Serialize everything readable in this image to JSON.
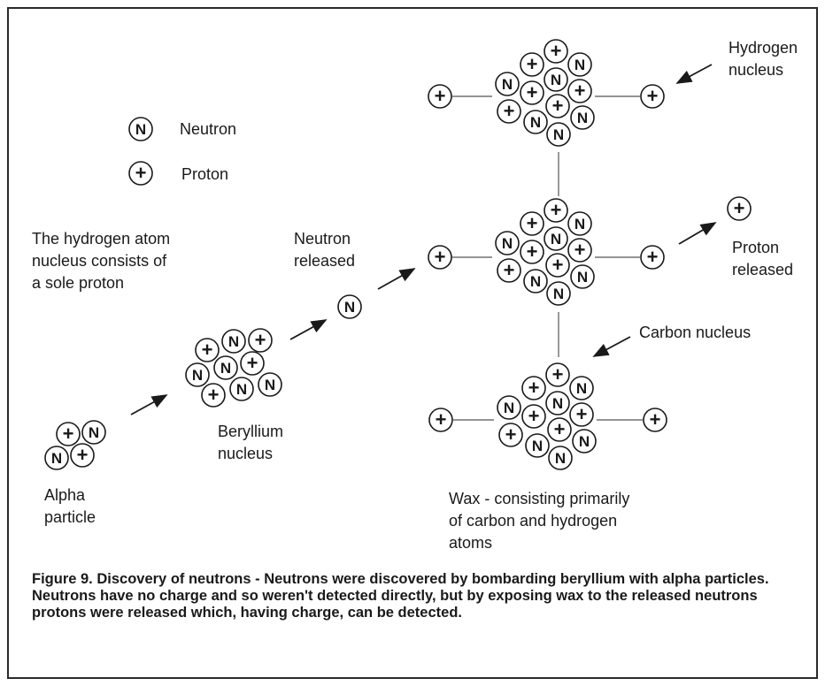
{
  "legend": {
    "neutron_symbol": "N",
    "neutron_label": "Neutron",
    "proton_symbol": "+",
    "proton_label": "Proton"
  },
  "labels": {
    "hydrogen_atom_note": "The hydrogen atom\nnucleus consists of\na sole proton",
    "alpha_particle": "Alpha\nparticle",
    "beryllium_nucleus": "Beryllium\nnucleus",
    "neutron_released": "Neutron\nreleased",
    "hydrogen_nucleus": "Hydrogen\nnucleus",
    "proton_released": "Proton\nreleased",
    "carbon_nucleus": "Carbon nucleus",
    "wax_note": "Wax - consisting primarily\nof carbon and hydrogen\natoms"
  },
  "caption": "Figure 9. Discovery of neutrons - Neutrons were discovered by bombarding beryllium with alpha particles. Neutrons have no charge and so weren't detected directly, but by exposing wax to the released neutrons protons were released which, having charge, can be detected.",
  "colors": {
    "ink": "#1a1a1a",
    "paper": "#ffffff"
  }
}
